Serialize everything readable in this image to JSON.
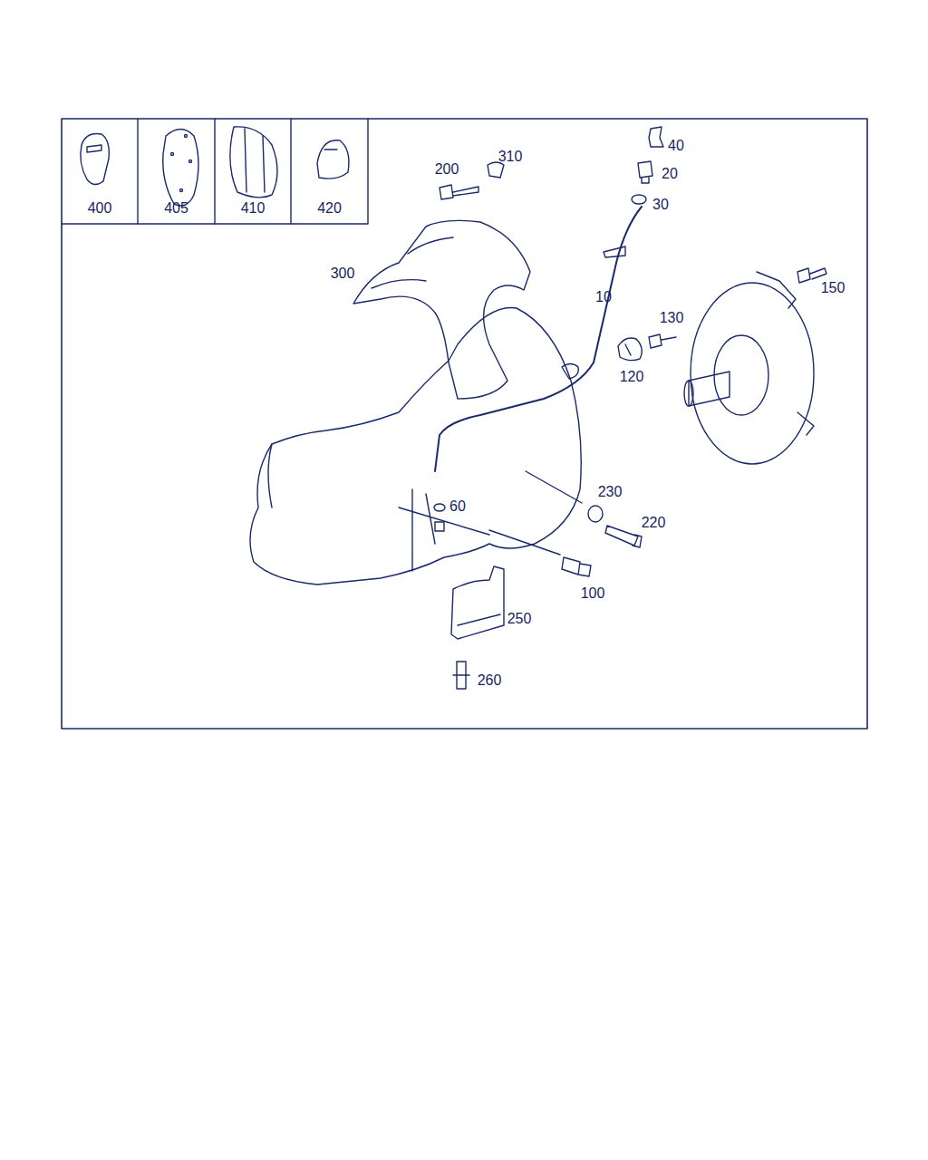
{
  "diagram": {
    "nodes": [
      {
        "text": [
          "400"
        ]
      },
      {
        "text": [
          "405"
        ]
      },
      {
        "text": [
          "410"
        ]
      },
      {
        "text": [
          "420"
        ]
      }
    ],
    "labels": [
      "40",
      "20",
      "200",
      "310",
      "30",
      "300",
      "10",
      "150",
      "130",
      "120",
      "230",
      "220",
      "60",
      "100",
      "250",
      "260"
    ]
  }
}
